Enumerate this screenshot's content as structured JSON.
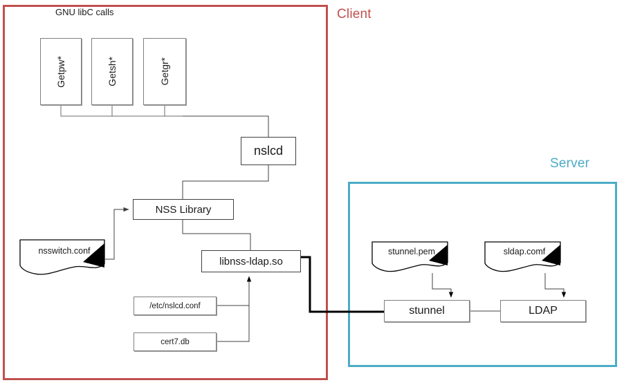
{
  "diagram": {
    "title_text": "GNU libC calls",
    "zones": [
      {
        "id": "client",
        "label": "Client",
        "color": "#c0504d"
      },
      {
        "id": "server",
        "label": "Server",
        "color": "#4bacc6"
      }
    ],
    "nodes": {
      "getpw": "Getpw*",
      "getsh": "Getsh*",
      "getgr": "Getgr*",
      "nslcd": "nslcd",
      "nss_library": "NSS Library",
      "libnss_ldap": "libnss-ldap.so",
      "nslcd_conf": "/etc/nslcd.conf",
      "cert7_db": "cert7.db",
      "stunnel": "stunnel",
      "ldap": "LDAP"
    },
    "documents": {
      "nsswitch_conf": "nsswitch.conf",
      "stunnel_pem": "stunnel.pem",
      "sldap_comf": "sldap.comf"
    },
    "colors": {
      "client_border": "#c0504d",
      "server_border": "#4bacc6",
      "node_border": "#7f7f7f",
      "wire": "#404040",
      "thick_wire": "#000000",
      "text": "#1a1a1a",
      "background": "#ffffff"
    }
  }
}
